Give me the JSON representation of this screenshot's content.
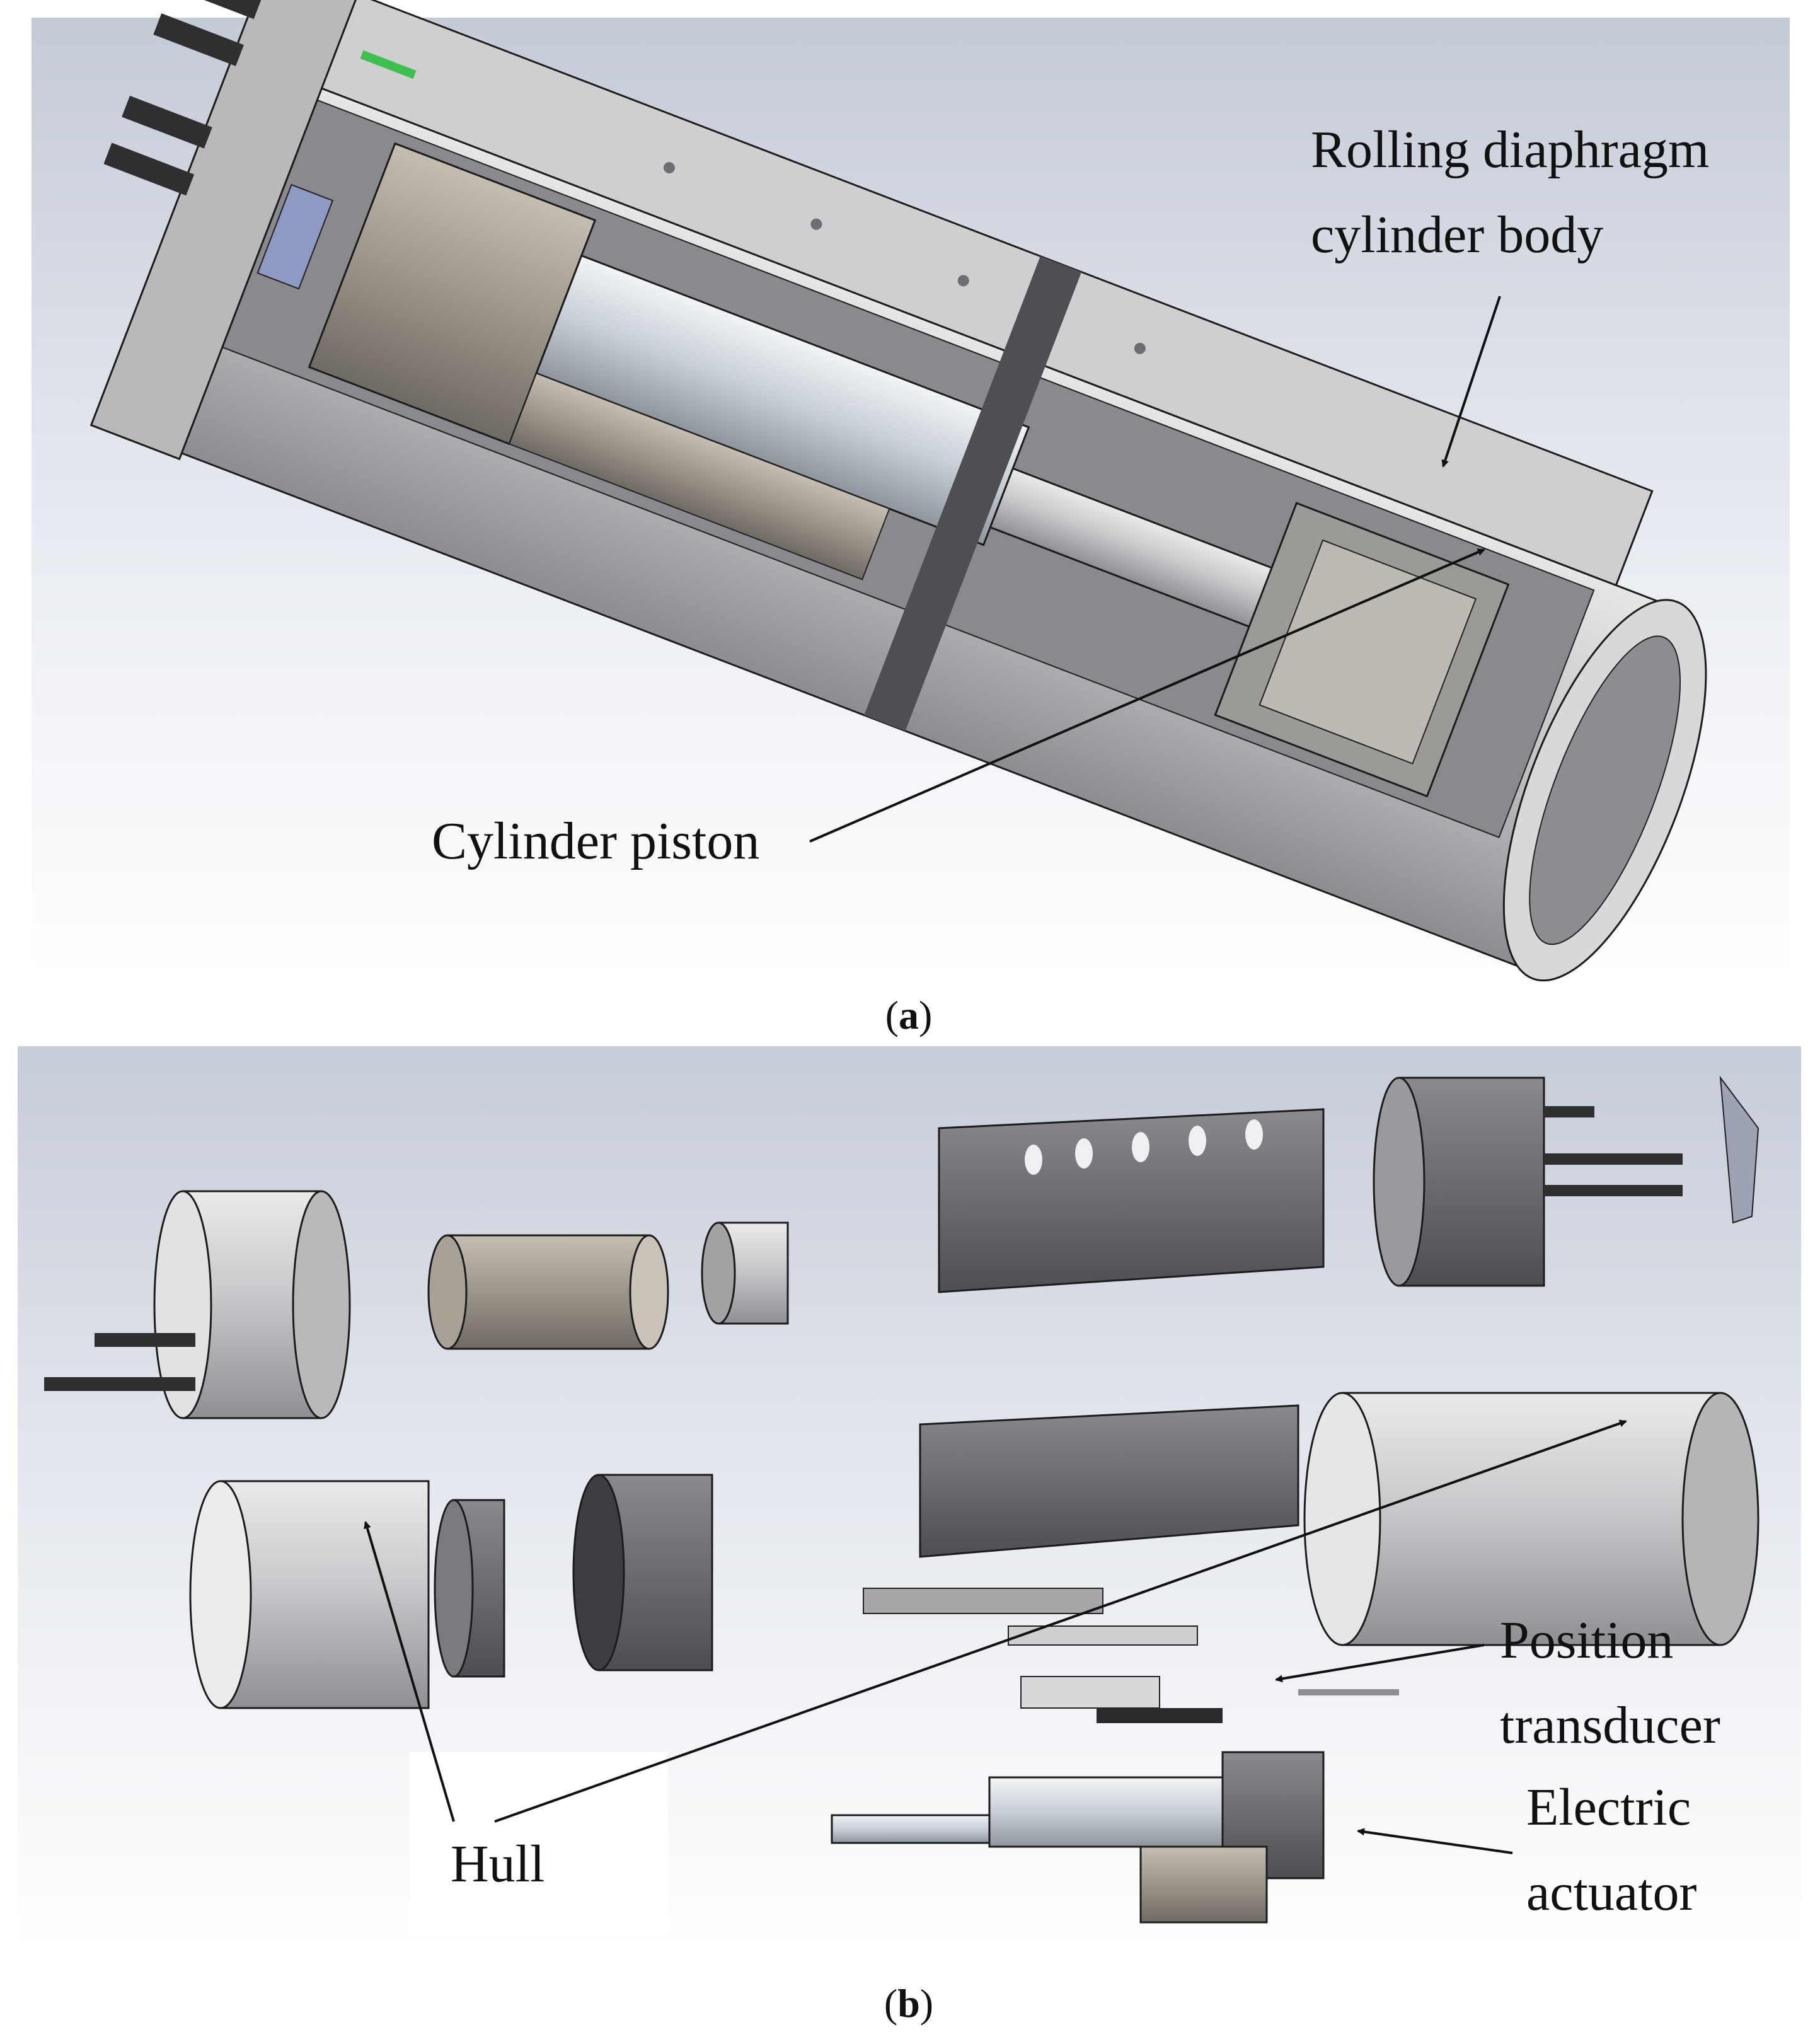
{
  "figure": {
    "panel_a": {
      "caption_letter": "a",
      "labels": {
        "diaphragm_line1": "Rolling diaphragm",
        "diaphragm_line2": "cylinder body",
        "piston": "Cylinder piston"
      }
    },
    "panel_b": {
      "caption_letter": "b",
      "labels": {
        "hull": "Hull",
        "position_line1": "Position",
        "position_line2": "transducer",
        "actuator_line1": "Electric",
        "actuator_line2": "actuator"
      }
    },
    "colors": {
      "metal_light": "#d4d4d6",
      "metal_mid": "#a9a9ac",
      "metal_dark": "#6e6e72",
      "bronze": "#9b948b",
      "background_top": "#c8cdd8",
      "background_bottom": "#ffffff",
      "accent_green": "#3fbf4f",
      "accent_blue": "#8e9ac4"
    }
  }
}
